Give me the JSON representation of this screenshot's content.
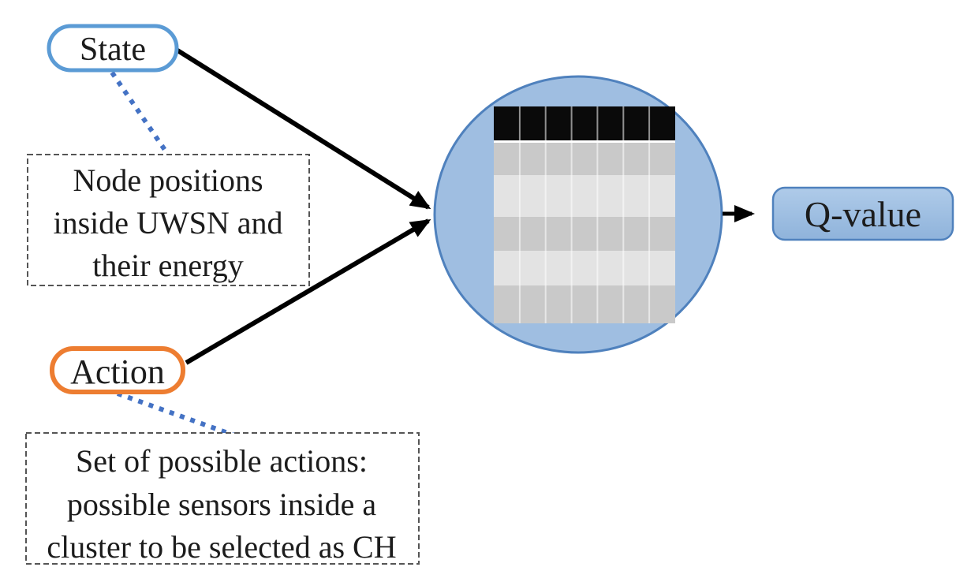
{
  "nodes": {
    "state": {
      "label": "State",
      "border_color": "#5B9BD5"
    },
    "action": {
      "label": "Action",
      "border_color": "#ED7D31"
    },
    "q_value": {
      "label": "Q-value",
      "fill_top": "#AFCBE9",
      "fill_bottom": "#8FB3DB",
      "border_color": "#4F81BD"
    },
    "state_note": {
      "line1": "Node positions",
      "line2": "inside UWSN and",
      "line3": "their energy"
    },
    "action_note": {
      "line1": "Set of possible actions:",
      "line2": "possible sensors inside a",
      "line3": "cluster to be selected as CH"
    }
  },
  "q_table": {
    "columns": 7,
    "rows": 6,
    "row_colors": [
      "#0A0A0A",
      "#C9C9C9",
      "#E3E3E3",
      "#C9C9C9",
      "#E3E3E3",
      "#C9C9C9"
    ],
    "circle_fill": "#9FBEE1",
    "circle_border": "#4F81BD"
  },
  "connectors": {
    "arrow_color": "#000000",
    "dotted_color": "#4472C4",
    "dashed_box_border": "#555555"
  },
  "text_color": "#1C1C1C"
}
